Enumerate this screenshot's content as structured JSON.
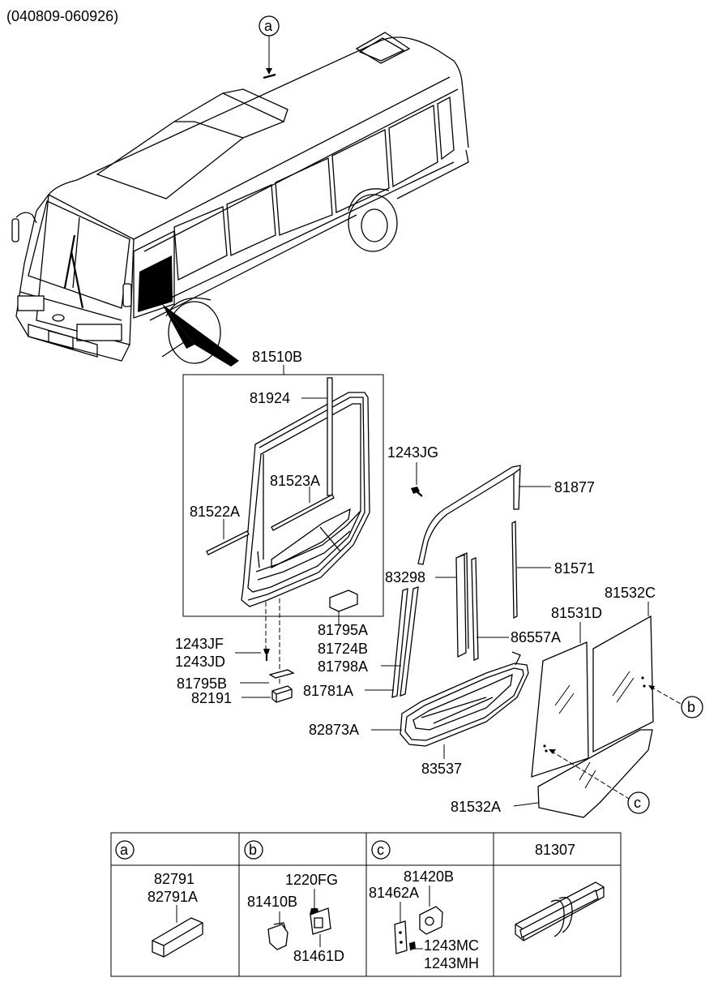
{
  "header": {
    "date_range": "(040809-060926)"
  },
  "callouts": {
    "a": "a",
    "b": "b",
    "c": "c"
  },
  "parts": {
    "p81510B": "81510B",
    "p81924": "81924",
    "p81523A": "81523A",
    "p81522A": "81522A",
    "p81795A": "81795A",
    "p81724B": "81724B",
    "p1243JF": "1243JF",
    "p1243JD": "1243JD",
    "p81795B": "81795B",
    "p82191": "82191",
    "p1243JG": "1243JG",
    "p81877": "81877",
    "p81571": "81571",
    "p83298": "83298",
    "p81532C": "81532C",
    "p81531D": "81531D",
    "p86557A": "86557A",
    "p81798A": "81798A",
    "p81781A": "81781A",
    "p82873A": "82873A",
    "p83537": "83537",
    "p81532A": "81532A"
  },
  "detail_table": {
    "headers": {
      "col_a": "a",
      "col_b": "b",
      "col_c": "c",
      "col_d": "81307"
    },
    "col_a": {
      "p1": "82791",
      "p2": "82791A"
    },
    "col_b": {
      "p1": "1220FG",
      "p2": "81410B",
      "p3": "81461D"
    },
    "col_c": {
      "p1": "81420B",
      "p2": "81462A",
      "p3": "1243MC",
      "p4": "1243MH"
    }
  }
}
